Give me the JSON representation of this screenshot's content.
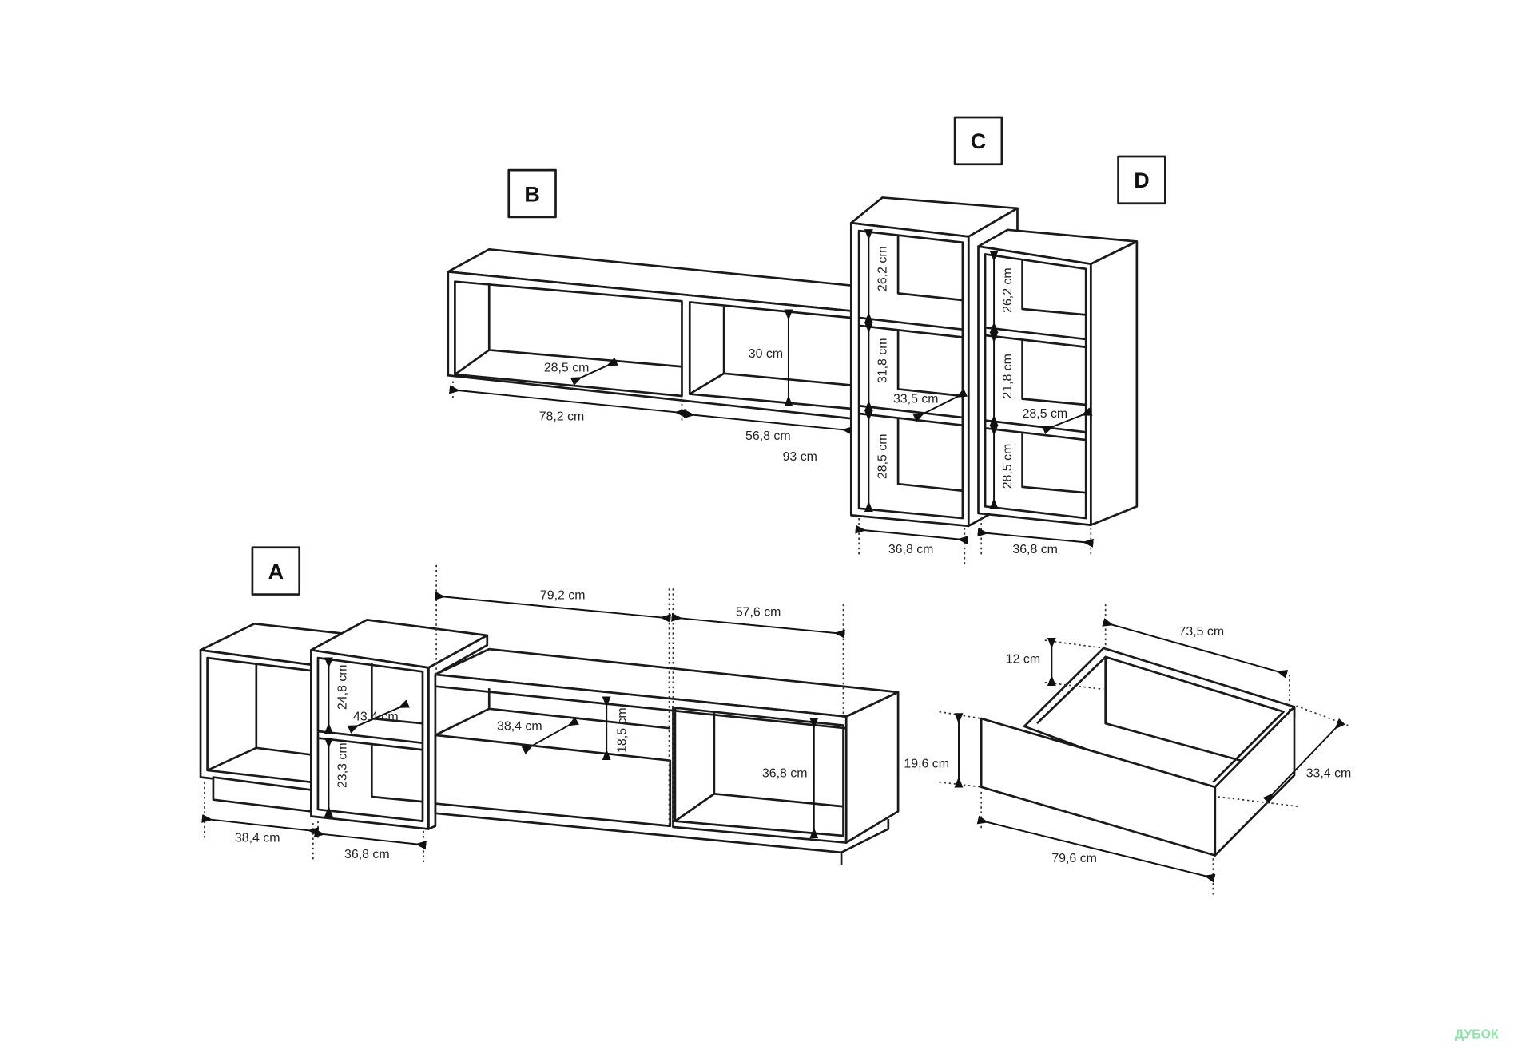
{
  "section_labels": {
    "a": "A",
    "b": "B",
    "c": "C",
    "d": "D"
  },
  "dimensions": {
    "b_depth": "28,5 cm",
    "b_height": "30 cm",
    "b_left_width": "78,2 cm",
    "b_right_width": "56,8 cm",
    "b_total_width": "93 cm",
    "c_top": "26,2 cm",
    "c_mid": "31,8 cm",
    "c_bottom": "28,5 cm",
    "c_depth": "33,5 cm",
    "c_width": "36,8 cm",
    "d_top": "26,2 cm",
    "d_mid": "21,8 cm",
    "d_bottom": "28,5 cm",
    "d_depth": "28,5 cm",
    "d_width": "36,8 cm",
    "a_top_width": "79,2 cm",
    "a_right_width": "57,6 cm",
    "a_shelf_top": "24,8 cm",
    "a_shelf_depth": "43,4 cm",
    "a_shelf_bottom": "23,3 cm",
    "a_niche_depth": "38,4 cm",
    "a_niche_height": "18,5 cm",
    "a_right_height": "36,8 cm",
    "a_left_width": "38,4 cm",
    "a_mid_width": "36,8 cm",
    "drawer_width_top": "73,5 cm",
    "drawer_side_height": "12 cm",
    "drawer_front_height": "19,6 cm",
    "drawer_depth": "33,4 cm",
    "drawer_width": "79,6 cm"
  },
  "watermark": "ДУБОК"
}
